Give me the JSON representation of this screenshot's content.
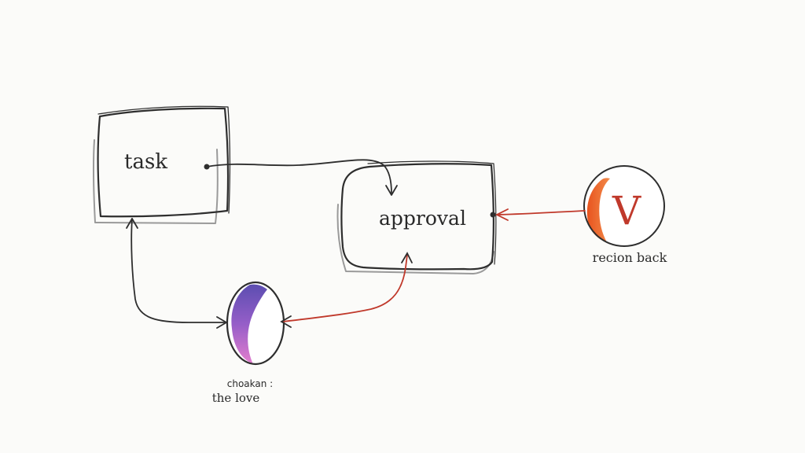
{
  "nodes": {
    "task": {
      "label": "task"
    },
    "approval": {
      "label": "approval"
    },
    "check": {
      "label_line1": "choakan :",
      "label_line2": "the love"
    },
    "reject": {
      "symbol": "V",
      "label": "recion back"
    }
  },
  "colors": {
    "ink": "#2e2e2e",
    "red_ink": "#c0392b",
    "orange_fill": "#e8541e",
    "purple_fill": "#5b3fb0",
    "pink_fill": "#d65fc8"
  },
  "icons": {
    "check": "half-filled-purple-ellipse",
    "reject": "v-letter-circle"
  }
}
